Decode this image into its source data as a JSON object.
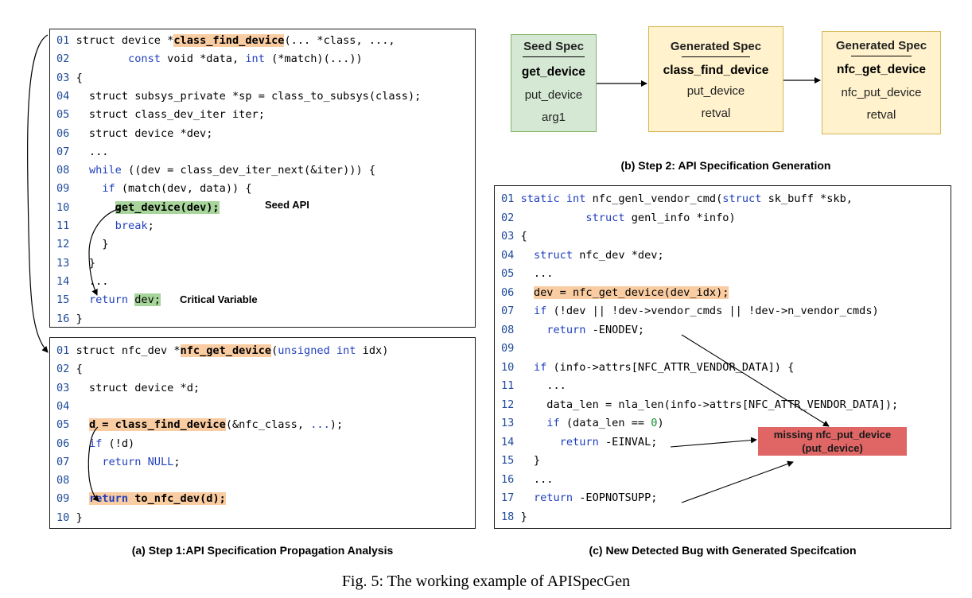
{
  "panel_a1": [
    [
      [
        "lnum",
        "01 "
      ],
      [
        "",
        "struct device *"
      ],
      [
        "hl-o b",
        "class_find_device"
      ],
      [
        "",
        "(... *class, ...,"
      ]
    ],
    [
      [
        "lnum",
        "02 "
      ],
      [
        "",
        "        "
      ],
      [
        "kw",
        "const"
      ],
      [
        "",
        " void *data, "
      ],
      [
        "kw",
        "int"
      ],
      [
        "",
        " (*match)(...))"
      ]
    ],
    [
      [
        "lnum",
        "03 "
      ],
      [
        "",
        "{"
      ]
    ],
    [
      [
        "lnum",
        "04 "
      ],
      [
        "",
        "  struct subsys_private *sp = class_to_subsys(class);"
      ]
    ],
    [
      [
        "lnum",
        "05 "
      ],
      [
        "",
        "  struct class_dev_iter iter;"
      ]
    ],
    [
      [
        "lnum",
        "06 "
      ],
      [
        "",
        "  struct device *dev;"
      ]
    ],
    [
      [
        "lnum",
        "07 "
      ],
      [
        "",
        "  ..."
      ]
    ],
    [
      [
        "lnum",
        "08 "
      ],
      [
        "",
        "  "
      ],
      [
        "kw",
        "while"
      ],
      [
        "",
        " ((dev = class_dev_iter_next(&iter))) {"
      ]
    ],
    [
      [
        "lnum",
        "09 "
      ],
      [
        "",
        "    "
      ],
      [
        "kw",
        "if"
      ],
      [
        "",
        " (match(dev, data)) {"
      ]
    ],
    [
      [
        "lnum",
        "10 "
      ],
      [
        "",
        "      "
      ],
      [
        "hl-g b",
        "get_device(dev);"
      ]
    ],
    [
      [
        "lnum",
        "11 "
      ],
      [
        "",
        "      "
      ],
      [
        "kw",
        "break"
      ],
      [
        "",
        ";"
      ]
    ],
    [
      [
        "lnum",
        "12 "
      ],
      [
        "",
        "    }"
      ]
    ],
    [
      [
        "lnum",
        "13 "
      ],
      [
        "",
        "  }"
      ]
    ],
    [
      [
        "lnum",
        "14 "
      ],
      [
        "",
        "  ..."
      ]
    ],
    [
      [
        "lnum",
        "15 "
      ],
      [
        "",
        "  "
      ],
      [
        "kw",
        "return"
      ],
      [
        "",
        " "
      ],
      [
        "hl-g",
        "dev;"
      ]
    ],
    [
      [
        "lnum",
        "16 "
      ],
      [
        "",
        "}"
      ]
    ]
  ],
  "panel_a2": [
    [
      [
        "lnum",
        "01 "
      ],
      [
        "",
        "struct nfc_dev *"
      ],
      [
        "hl-o b",
        "nfc_get_device"
      ],
      [
        "",
        "("
      ],
      [
        "kw",
        "unsigned int"
      ],
      [
        "",
        " idx)"
      ]
    ],
    [
      [
        "lnum",
        "02 "
      ],
      [
        "",
        "{"
      ]
    ],
    [
      [
        "lnum",
        "03 "
      ],
      [
        "",
        "  struct device *d;"
      ]
    ],
    [
      [
        "lnum",
        "04 "
      ],
      [
        "",
        ""
      ]
    ],
    [
      [
        "lnum",
        "05 "
      ],
      [
        "",
        "  "
      ],
      [
        "hl-o b",
        "d = class_find_device"
      ],
      [
        "",
        "(&nfc_class, "
      ],
      [
        "kw",
        "..."
      ],
      [
        "",
        ");"
      ]
    ],
    [
      [
        "lnum",
        "06 "
      ],
      [
        "",
        "  "
      ],
      [
        "kw",
        "if"
      ],
      [
        "",
        " (!d)"
      ]
    ],
    [
      [
        "lnum",
        "07 "
      ],
      [
        "",
        "    "
      ],
      [
        "kw",
        "return"
      ],
      [
        "",
        " "
      ],
      [
        "kw",
        "NULL"
      ],
      [
        "",
        ";"
      ]
    ],
    [
      [
        "lnum",
        "08 "
      ],
      [
        "",
        ""
      ]
    ],
    [
      [
        "lnum",
        "09 "
      ],
      [
        "",
        "  "
      ],
      [
        "hl-o kw b",
        "return"
      ],
      [
        "hl-o b",
        " to_nfc_dev(d);"
      ]
    ],
    [
      [
        "lnum",
        "10 "
      ],
      [
        "",
        "}"
      ]
    ]
  ],
  "panel_c": [
    [
      [
        "lnum",
        "01 "
      ],
      [
        "kw",
        "static int"
      ],
      [
        "",
        " nfc_genl_vendor_cmd("
      ],
      [
        "kw",
        "struct"
      ],
      [
        "",
        " sk_buff *skb,"
      ]
    ],
    [
      [
        "lnum",
        "02 "
      ],
      [
        "",
        "          "
      ],
      [
        "kw",
        "struct"
      ],
      [
        "",
        " genl_info *info)"
      ]
    ],
    [
      [
        "lnum",
        "03 "
      ],
      [
        "",
        "{"
      ]
    ],
    [
      [
        "lnum",
        "04 "
      ],
      [
        "",
        "  "
      ],
      [
        "kw",
        "struct"
      ],
      [
        "",
        " nfc_dev *dev;"
      ]
    ],
    [
      [
        "lnum",
        "05 "
      ],
      [
        "",
        "  ..."
      ]
    ],
    [
      [
        "lnum",
        "06 "
      ],
      [
        "",
        "  "
      ],
      [
        "hl-o",
        "dev = nfc_get_device(dev_idx);"
      ]
    ],
    [
      [
        "lnum",
        "07 "
      ],
      [
        "",
        "  "
      ],
      [
        "kw",
        "if"
      ],
      [
        "",
        " (!dev || !dev->vendor_cmds || !dev->n_vendor_cmds)"
      ]
    ],
    [
      [
        "lnum",
        "08 "
      ],
      [
        "",
        "    "
      ],
      [
        "kw",
        "return"
      ],
      [
        "",
        " -ENODEV;"
      ]
    ],
    [
      [
        "lnum",
        "09 "
      ],
      [
        "",
        ""
      ]
    ],
    [
      [
        "lnum",
        "10 "
      ],
      [
        "",
        "  "
      ],
      [
        "kw",
        "if"
      ],
      [
        "",
        " (info->attrs[NFC_ATTR_VENDOR_DATA]) {"
      ]
    ],
    [
      [
        "lnum",
        "11 "
      ],
      [
        "",
        "    ..."
      ]
    ],
    [
      [
        "lnum",
        "12 "
      ],
      [
        "",
        "    data_len = nla_len(info->attrs[NFC_ATTR_VENDOR_DATA]);"
      ]
    ],
    [
      [
        "lnum",
        "13 "
      ],
      [
        "",
        "    "
      ],
      [
        "kw",
        "if"
      ],
      [
        "",
        " (data_len == "
      ],
      [
        "num",
        "0"
      ],
      [
        "",
        ")"
      ]
    ],
    [
      [
        "lnum",
        "14 "
      ],
      [
        "",
        "      "
      ],
      [
        "kw",
        "return"
      ],
      [
        "",
        " -EINVAL;"
      ]
    ],
    [
      [
        "lnum",
        "15 "
      ],
      [
        "",
        "  }"
      ]
    ],
    [
      [
        "lnum",
        "16 "
      ],
      [
        "",
        "  ..."
      ]
    ],
    [
      [
        "lnum",
        "17 "
      ],
      [
        "",
        "  "
      ],
      [
        "kw",
        "return"
      ],
      [
        "",
        " -EOPNOTSUPP;"
      ]
    ],
    [
      [
        "lnum",
        "18 "
      ],
      [
        "",
        "}"
      ]
    ]
  ],
  "notes": {
    "seed_api": "Seed API",
    "critical_variable": "Critical Variable"
  },
  "specs": {
    "seed": {
      "head": "Seed Spec",
      "name": "get_device",
      "items": [
        "put_device",
        "arg1"
      ]
    },
    "gen1": {
      "head": "Generated Spec",
      "name": "class_find_device",
      "items": [
        "put_device",
        "retval"
      ]
    },
    "gen2": {
      "head": "Generated Spec",
      "name": "nfc_get_device",
      "items": [
        "nfc_put_device",
        "retval"
      ]
    }
  },
  "bug": {
    "line1": "missing nfc_put_device",
    "line2": "(put_device)"
  },
  "captions": {
    "a": "(a) Step 1:API Specification Propagation Analysis",
    "b": "(b) Step 2: API Specification Generation",
    "c": "(c) New Detected Bug with Generated Specifcation",
    "figure": "Fig. 5: The working example of APISpecGen"
  }
}
